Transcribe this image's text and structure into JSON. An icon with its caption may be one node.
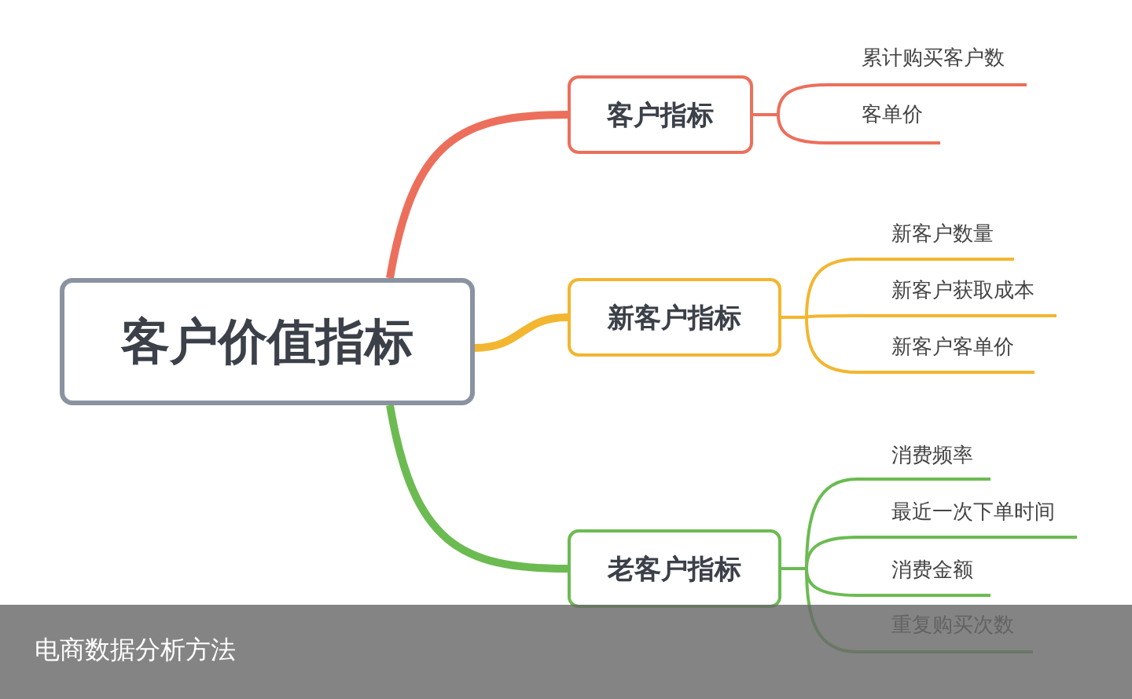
{
  "diagram": {
    "caption": "电商数据分析方法",
    "nodes": [
      {
        "text": [
          "客户价值指标"
        ]
      },
      {
        "text": [
          "客户指标"
        ]
      },
      {
        "text": [
          "累计购买客户数"
        ]
      },
      {
        "text": [
          "客单价"
        ]
      },
      {
        "text": [
          "新客户指标"
        ]
      },
      {
        "text": [
          "新客户数量"
        ]
      },
      {
        "text": [
          "新客户获取成本"
        ]
      },
      {
        "text": [
          "新客户客单价"
        ]
      },
      {
        "text": [
          "老客户指标"
        ]
      },
      {
        "text": [
          "消费频率"
        ]
      },
      {
        "text": [
          "最近一次下单时间"
        ]
      },
      {
        "text": [
          "消费金额"
        ]
      },
      {
        "text": [
          "重复购买次数"
        ]
      }
    ],
    "edges": [
      {
        "from": 0,
        "to": 1,
        "arrow": "none",
        "style": "thick",
        "color": "#ec6f5c"
      },
      {
        "from": 1,
        "to": 2,
        "arrow": "none",
        "color": "#ec6f5c"
      },
      {
        "from": 1,
        "to": 3,
        "arrow": "none",
        "color": "#ec6f5c"
      },
      {
        "from": 0,
        "to": 4,
        "arrow": "none",
        "style": "thick",
        "color": "#f2b630"
      },
      {
        "from": 4,
        "to": 5,
        "arrow": "none",
        "color": "#f2b630"
      },
      {
        "from": 4,
        "to": 6,
        "arrow": "none",
        "color": "#f2b630"
      },
      {
        "from": 4,
        "to": 7,
        "arrow": "none",
        "color": "#f2b630"
      },
      {
        "from": 0,
        "to": 8,
        "arrow": "none",
        "style": "thick",
        "color": "#6cbb52"
      },
      {
        "from": 8,
        "to": 9,
        "arrow": "none",
        "color": "#6cbb52"
      },
      {
        "from": 8,
        "to": 10,
        "arrow": "none",
        "color": "#6cbb52"
      },
      {
        "from": 8,
        "to": 11,
        "arrow": "none",
        "color": "#6cbb52"
      },
      {
        "from": 8,
        "to": 12,
        "arrow": "none",
        "color": "#6cbb52"
      }
    ]
  }
}
